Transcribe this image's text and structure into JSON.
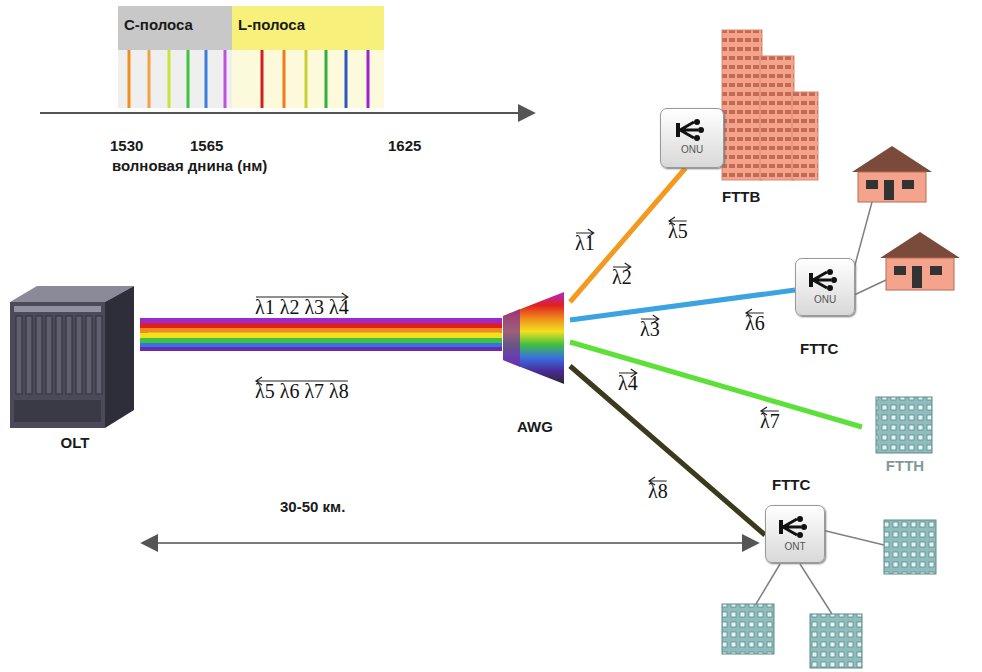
{
  "diagram": {
    "nodes": [
      {
        "text": [
          "OLT"
        ]
      },
      {
        "text": [
          "AWG"
        ]
      },
      {
        "text": [
          "ONU"
        ]
      },
      {
        "text": [
          "ONU"
        ]
      },
      {
        "text": [
          "FTTH"
        ]
      },
      {
        "text": [
          "ONT"
        ]
      }
    ],
    "edges": [
      {
        "from": 0,
        "to": 1,
        "arrow": "none"
      },
      {
        "from": 1,
        "to": 2,
        "arrow": "none"
      },
      {
        "from": 1,
        "to": 3,
        "arrow": "none"
      },
      {
        "from": 1,
        "to": 4,
        "arrow": "none"
      },
      {
        "from": 1,
        "to": 5,
        "arrow": "none"
      }
    ],
    "labels": [
      "С-полоса",
      "L-полоса",
      "1530",
      "1565",
      "1625",
      "волновая днина (нм)",
      "λ1 λ2 λ3 λ4",
      "λ5 λ6 λ7 λ8",
      "λ1",
      "λ5",
      "λ2",
      "λ6",
      "λ3",
      "λ7",
      "λ4",
      "λ8",
      "30-50 км.",
      "FTTB",
      "FTTC",
      "FTTC"
    ]
  }
}
